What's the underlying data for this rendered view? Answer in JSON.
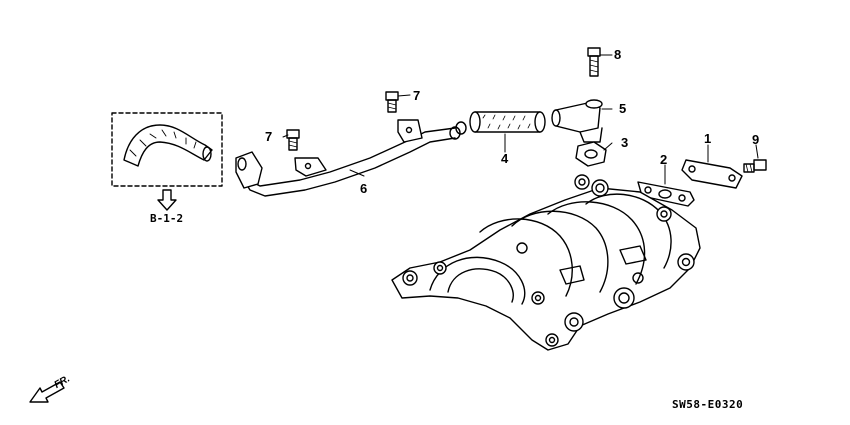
{
  "callouts": {
    "c1": "1",
    "c2": "2",
    "c3": "3",
    "c4": "4",
    "c5": "5",
    "c6": "6",
    "c7a": "7",
    "c7b": "7",
    "c8": "8",
    "c9": "9"
  },
  "reference": "B-1-2",
  "direction_label": "FR.",
  "diagram_code": "SW58-E0320",
  "icons": [
    "fr-arrow-icon",
    "down-arrow-icon"
  ]
}
